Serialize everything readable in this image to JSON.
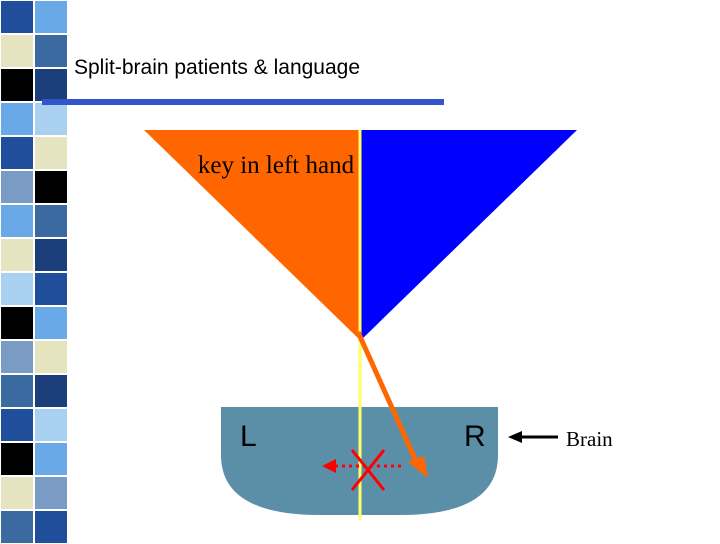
{
  "slide": {
    "title": "Split-brain patients & language",
    "colors": {
      "background": "#ffffff",
      "title_rule": "#3355cc",
      "left_visual_field": "#ff6600",
      "right_visual_field": "#0000ff",
      "midline": "#ffff66",
      "brain": "#5b8fa8",
      "signal_arrow": "#ff6600",
      "blocked_transfer": "#ff0000"
    },
    "side_strip": {
      "palette": [
        "#1f4e9a",
        "#6aa9e8",
        "#e6e3c0",
        "#000000",
        "#3a6aa0",
        "#a9d0f0",
        "#1c3f7c",
        "#7a9cc4"
      ]
    }
  },
  "diagram": {
    "stimulus_label": "key in left hand",
    "left_hemisphere_label": "L",
    "right_hemisphere_label": "R",
    "pointer_label": "Brain"
  }
}
